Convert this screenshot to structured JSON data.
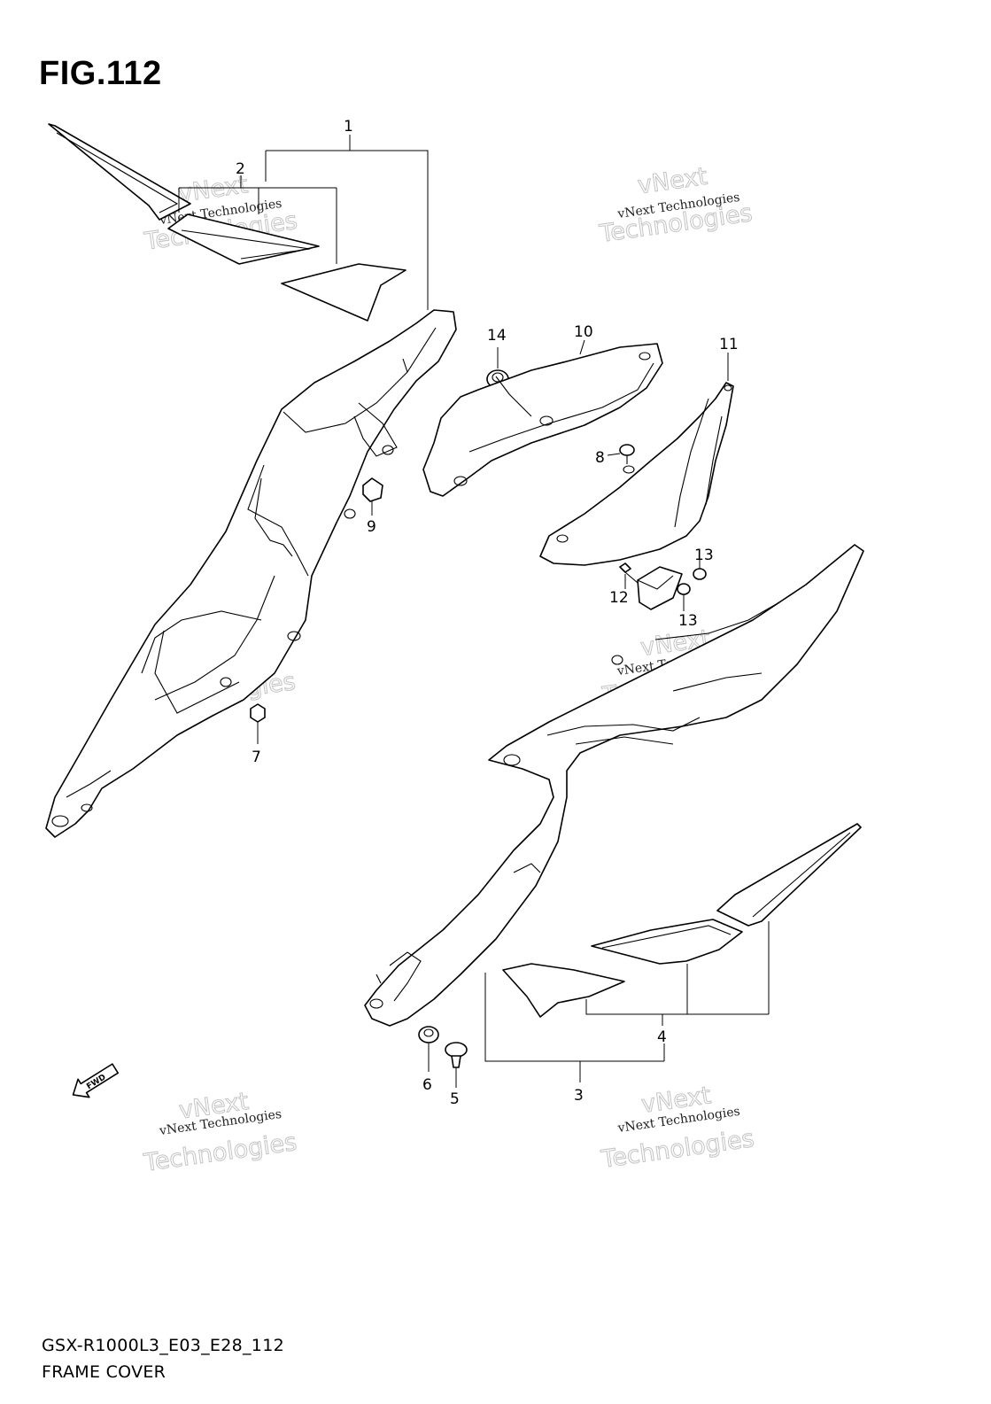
{
  "figure": {
    "title": "FIG.112",
    "code": "GSX-R1000L3_E03_E28_112",
    "name": "FRAME COVER"
  },
  "callouts": [
    "1",
    "2",
    "3",
    "4",
    "5",
    "6",
    "7",
    "8",
    "9",
    "10",
    "11",
    "12",
    "13",
    "13",
    "14"
  ],
  "fwd_label": "FWD",
  "watermark": {
    "line1": "vNext Technologies",
    "line2": "Technologies",
    "line3": "vNext"
  }
}
